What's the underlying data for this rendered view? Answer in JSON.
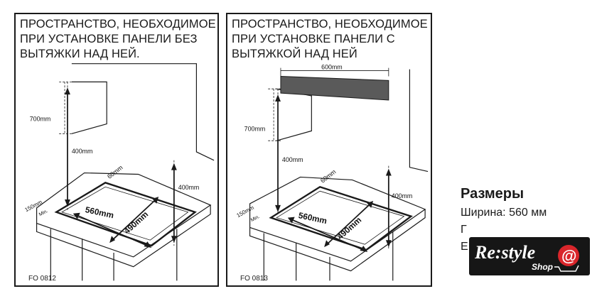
{
  "panels": [
    {
      "caption": "ПРОСТРАНСТВО, НЕОБХОДИМОЕ\nПРИ УСТАНОВКЕ ПАНЕЛИ БЕЗ\nВЫТЯЖКИ НАД НЕЙ.",
      "figure_code": "FO 0812",
      "dims": {
        "d700": "700mm",
        "d400a": "400mm",
        "d400b": "400mm",
        "d60": "60mm",
        "d150": "150mm",
        "dmin": "Min.",
        "d560": "560mm",
        "d490": "490mm"
      }
    },
    {
      "caption": "ПРОСТРАНСТВО, НЕОБХОДИМОЕ\nПРИ УСТАНОВКЕ ПАНЕЛИ С\nВЫТЯЖКОЙ НАД НЕЙ",
      "figure_code": "FO 0813",
      "dims": {
        "d600": "600mm",
        "d700": "700mm",
        "d400a": "400mm",
        "d400b": "400mm",
        "d60": "60mm",
        "d150": "150mm",
        "dmin": "Min.",
        "d560": "560mm",
        "d490": "490mm"
      }
    }
  ],
  "specs": {
    "title": "Размеры",
    "lines": [
      "Ширина: 560 мм",
      "Г",
      "Е"
    ]
  },
  "logo": {
    "main": "Re:style",
    "sub": "Shop",
    "symbol": "@"
  },
  "colors": {
    "line": "#1a1a1a",
    "hood": "#5a5a5a",
    "logo_bg": "#161616",
    "logo_accent": "#d9262b"
  }
}
